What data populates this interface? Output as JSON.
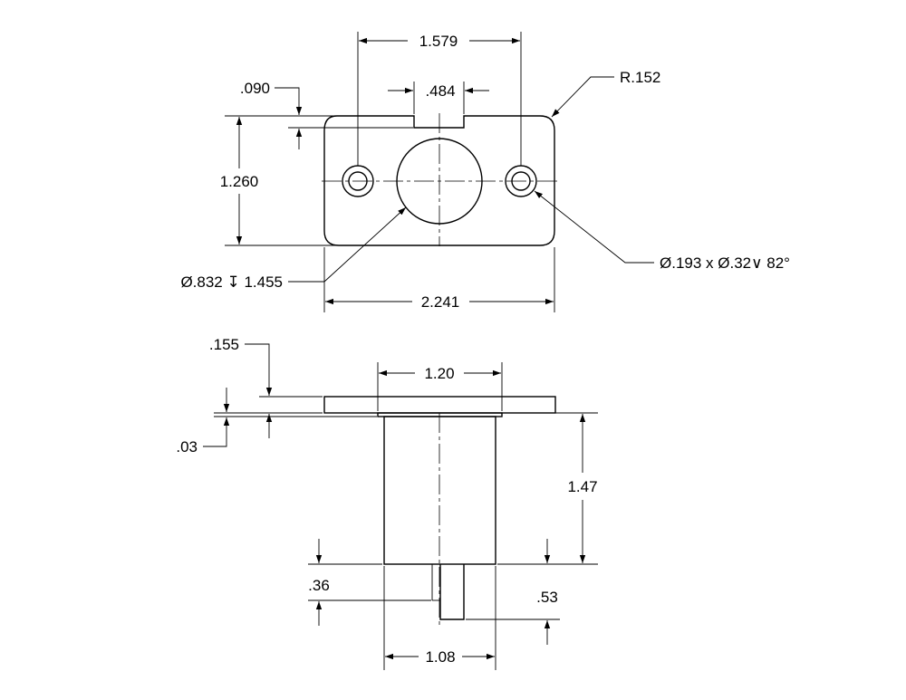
{
  "top_view": {
    "width_overall": "2.241",
    "hole_spacing": "1.579",
    "slot_width": ".484",
    "slot_depth": ".090",
    "height_overall": "1.260",
    "corner_radius": "R.152",
    "bore_callout": "Ø.832 ↧ 1.455",
    "csk_hole_callout": "Ø.193 x Ø.32∨ 82°"
  },
  "side_view": {
    "flange_thickness": ".155",
    "recess_depth": ".03",
    "body_width": "1.20",
    "body_length": "1.47",
    "pin_offset": ".36",
    "pin_length": ".53",
    "body_diameter": "1.08"
  }
}
